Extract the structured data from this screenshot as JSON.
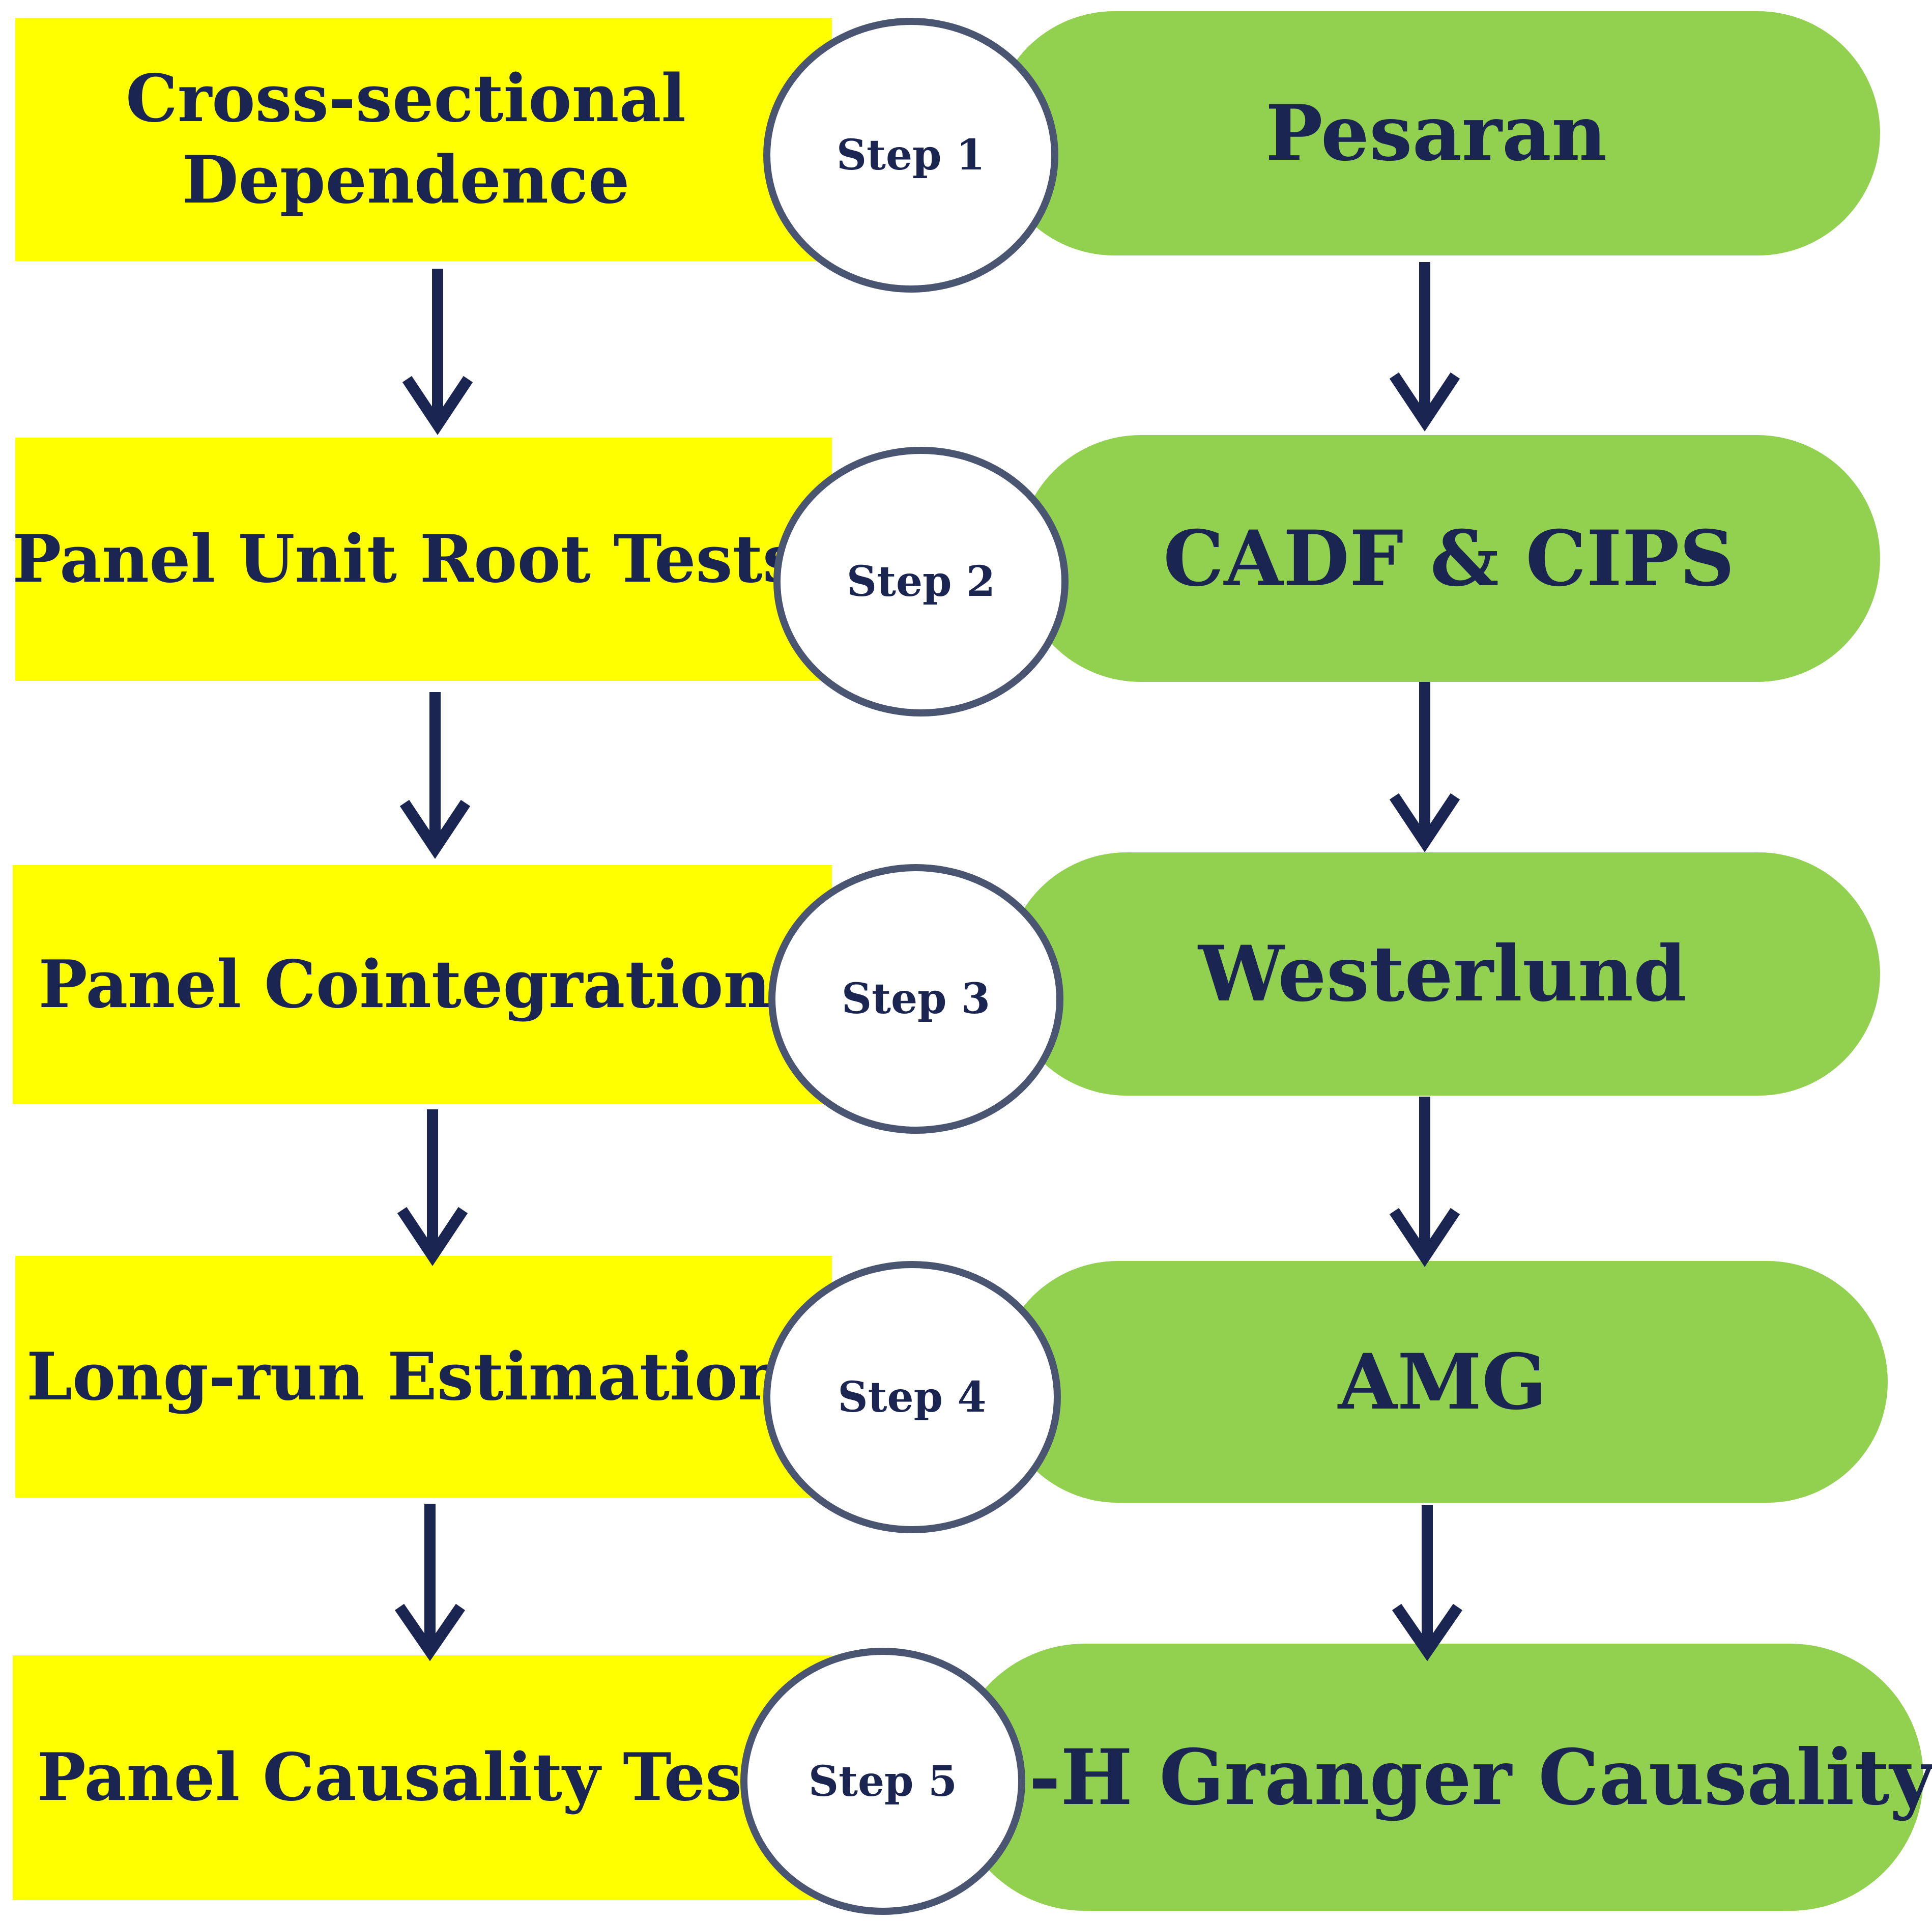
{
  "steps": [
    {
      "method_lines": [
        "Cross-sectional",
        "Dependence"
      ],
      "step_label": "Step 1",
      "test": "Pesaran"
    },
    {
      "method_lines": [
        "Panel Unit Root Tests"
      ],
      "step_label": "Step 2",
      "test": "CADF & CIPS"
    },
    {
      "method_lines": [
        "Panel Cointegration"
      ],
      "step_label": "Step 3",
      "test": "Westerlund"
    },
    {
      "method_lines": [
        "Long-run Estimation"
      ],
      "step_label": "Step 4",
      "test": "AMG"
    },
    {
      "method_lines": [
        "Panel Causality Test"
      ],
      "step_label": "Step 5",
      "test": "D-H Granger Causality"
    }
  ],
  "colors": {
    "method_fill": "#ffff00",
    "test_fill": "#92d050",
    "step_circle_stroke": "#4a5572",
    "text": "#1b2552",
    "arrow": "#1b2552"
  }
}
